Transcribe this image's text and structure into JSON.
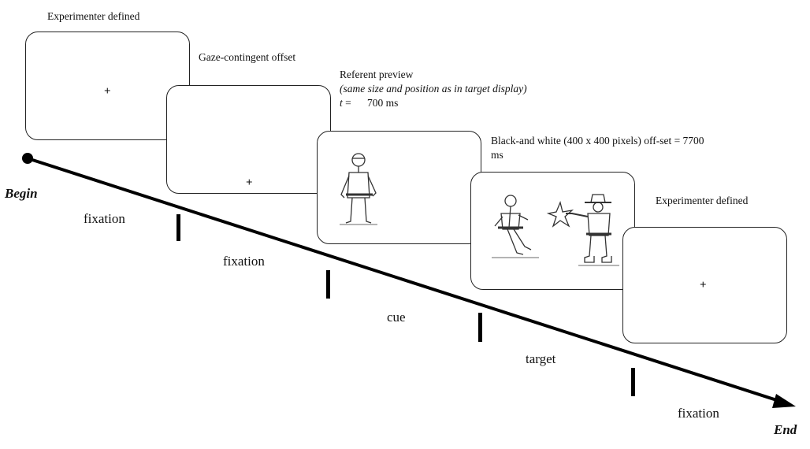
{
  "labels": {
    "begin": "Begin",
    "end": "End",
    "fixation_symbol": "+",
    "screen1_caption": "Experimenter defined",
    "screen2_caption": "Gaze-contingent offset",
    "screen3_caption_line1": "Referent preview",
    "screen3_caption_line2": "(same size and position as in target display)",
    "screen3_caption_t": "t",
    "screen3_caption_eq": " =      700 ms",
    "screen4_caption_line1": "Black-and white (400 x 400 pixels) off-set = 7700",
    "screen4_caption_line2": "ms",
    "screen5_caption": "Experimenter defined"
  },
  "phases": [
    "fixation",
    "fixation",
    "cue",
    "target",
    "fixation"
  ]
}
